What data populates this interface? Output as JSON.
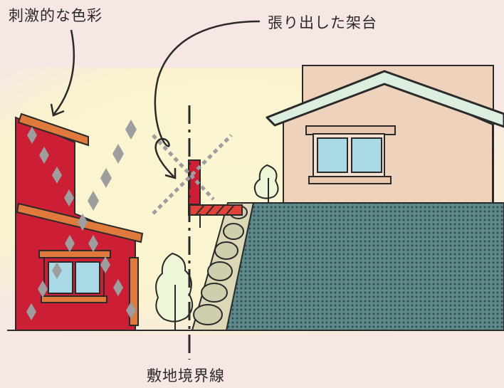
{
  "labels": {
    "stimulating_colors": "刺激的な色彩",
    "overhanging_platform": "張り出した架台",
    "site_boundary": "敷地境界線"
  },
  "colors": {
    "background": "#f6e6e4",
    "sky_glow": "#fbf6d2",
    "red_house": "#cc1f36",
    "red_house_roof": "#e07a3c",
    "right_house_wall": "#efd2bc",
    "right_house_roof": "#dceee0",
    "window_glass": "#a9d8e6",
    "stone_wall": "#cfcfae",
    "retaining_wall": "#4f7277",
    "tree": "#eef6d8",
    "platform": "#e1433a",
    "outline": "#2a2a2a"
  }
}
